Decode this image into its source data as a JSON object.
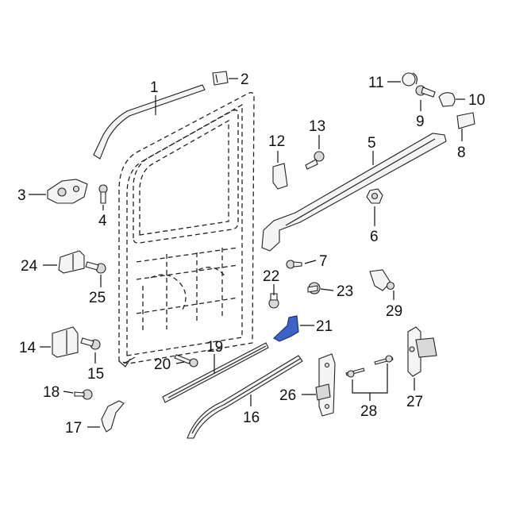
{
  "diagram": {
    "highlight_color": "#3e63c7",
    "callouts": [
      {
        "id": "1",
        "text": "1"
      },
      {
        "id": "2",
        "text": "2"
      },
      {
        "id": "3",
        "text": "3"
      },
      {
        "id": "4",
        "text": "4"
      },
      {
        "id": "5",
        "text": "5"
      },
      {
        "id": "6",
        "text": "6"
      },
      {
        "id": "7",
        "text": "7"
      },
      {
        "id": "8",
        "text": "8"
      },
      {
        "id": "9",
        "text": "9"
      },
      {
        "id": "10",
        "text": "10"
      },
      {
        "id": "11",
        "text": "11"
      },
      {
        "id": "12",
        "text": "12"
      },
      {
        "id": "13",
        "text": "13"
      },
      {
        "id": "14",
        "text": "14"
      },
      {
        "id": "15",
        "text": "15"
      },
      {
        "id": "16",
        "text": "16"
      },
      {
        "id": "17",
        "text": "17"
      },
      {
        "id": "18",
        "text": "18"
      },
      {
        "id": "19",
        "text": "19"
      },
      {
        "id": "20",
        "text": "20"
      },
      {
        "id": "21",
        "text": "21"
      },
      {
        "id": "22",
        "text": "22"
      },
      {
        "id": "23",
        "text": "23"
      },
      {
        "id": "24",
        "text": "24"
      },
      {
        "id": "25",
        "text": "25"
      },
      {
        "id": "26",
        "text": "26"
      },
      {
        "id": "27",
        "text": "27"
      },
      {
        "id": "28",
        "text": "28"
      },
      {
        "id": "29",
        "text": "29"
      }
    ]
  }
}
